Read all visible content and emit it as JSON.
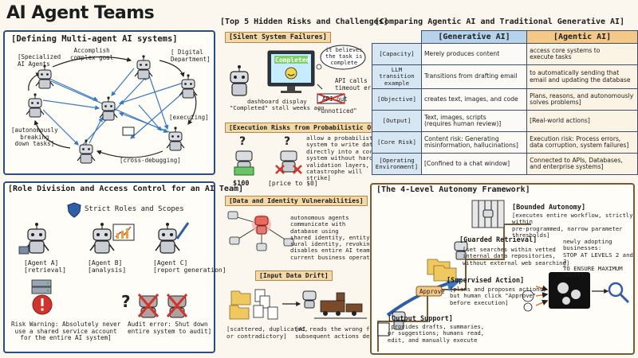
{
  "title": "AI Agent Teams",
  "multi_agent": {
    "title": "[Defining Multi-agent AI systems]",
    "labels": {
      "specialized": "[Specialized\nAI Agents",
      "accomplish": "Accomplish\ncomplex goal",
      "digital_dept": "[ Digital\nDepartment]",
      "executing": "[executing]",
      "autonomous": "[autonomously\nbreaking\ndown tasks]",
      "cross_debug": "[cross-debugging]"
    }
  },
  "roles": {
    "title": "[Role Division and Access Control for an AI Team]",
    "subtitle": "Strict Roles and Scopes",
    "agents": [
      {
        "label": "[Agent A]\n[retrieval]"
      },
      {
        "label": "[Agent B]\n[analysis]"
      },
      {
        "label": "[Agent C]\n[report generation]"
      }
    ],
    "risk_warning": "Risk Warning: Absolutely never\nuse a shared service account\nfor the entire AI system]",
    "audit_error": "Audit error: Shut down\nentire system to audit]"
  },
  "risks": {
    "title": "[Top 5 Hidden Risks and Challenges]",
    "silent": {
      "header": "[Silent System Failures]",
      "screen": "Completed",
      "bubble": "it believes\nthe task is\ncomplete",
      "api_timeout": "API calls\ntimeout error",
      "api_out": "API out",
      "dashboard": "dashboard display\n\"Completed\" stall weeks ago",
      "unnoticed": "\"unnoticed\""
    },
    "execution": {
      "header": "[Execution Risks from Probabilistic Outputs]",
      "text": "allow a probabilistic\nsystem to write data\ndirectly into a core\nsystem without hard\nvalidation layers,\ncatastrophe will\nstrike]",
      "price_a": "$100",
      "price_b": "[price to $0]"
    },
    "identity": {
      "header": "[Data and Identity Vulnerabilities]",
      "text": "autonomous agents\ncommunicate with\ndatabase using\nshared identity, entity,\nsural identity, revoking access\ndisables entire AI team, completely paralyzing\ncurrent business operations]"
    },
    "drift": {
      "header": "[Input Data Drift]",
      "left": "[scattered, duplicated,\nor contradictory]",
      "right": "[AI reads the wrong file, all\nsubsequent actions derail]"
    }
  },
  "comparison": {
    "title": "[Comparing Agentic AI and Traditional Generative AI]",
    "col1": "[Generative AI]",
    "col2": "[Agentic AI]",
    "rows": [
      {
        "head": "[Capacity]",
        "gen": "Merely produces content",
        "agent": "access core systems to\nexecute tasks"
      },
      {
        "head": "LLM transition\nexample",
        "gen": "Transitions from drafting email",
        "agent": "to automatically sending that\nemail and updating the database"
      },
      {
        "head": "[Objective]",
        "gen": "creates text, images, and code",
        "agent": "Plans, reasons, and autonomously\nsolves problems]"
      },
      {
        "head": "[Output]",
        "gen": "Text, images, scripts\n(requires human review)]",
        "agent": "[Real-world actions]"
      },
      {
        "head": "[Core Risk]",
        "gen": "Content risk: Generating\nmisinformation, hallucinations]",
        "agent": "Execution risk: Process errors,\ndata corruption, system failures]"
      },
      {
        "head": "[Operating\nEnvironment]",
        "gen": "[Confined to a chat window]",
        "agent": "Connected to APIs, Databases,\nand enterprise systems]"
      }
    ]
  },
  "autonomy": {
    "title": "[The 4-Level Autonomy Framework]",
    "levels": [
      {
        "name": "[Bounded Autonomy]",
        "desc": "[executes entire workflow, strictly within\npre-programmed, narrow parameter\nthresholds]"
      },
      {
        "name": "[Guarded Retrieval]",
        "desc": "[set searches within vetted\ninternal data repositories,\nwithout external web searching]"
      },
      {
        "name": "[Supervised Action]",
        "desc": "[plans and proposes actions,\nbut human click \"Approve\"\nbefore execution]",
        "button": "Approve"
      },
      {
        "name": "[Output Support]",
        "desc": "[provides drafts, summaries,\nor suggestions; humans read,\nedit, and manually execute"
      }
    ],
    "advice": "newly adopting businesses:\nSTOP AT LEVELS 2 and 3\nTO ENSURE MAXIMUM\nSAFETY]"
  },
  "colors": {
    "accent_blue": "#2a4d7a",
    "header_tan": "#f3d9a6",
    "warning_red": "#d0342c",
    "screen_green": "#7fcf6a"
  }
}
